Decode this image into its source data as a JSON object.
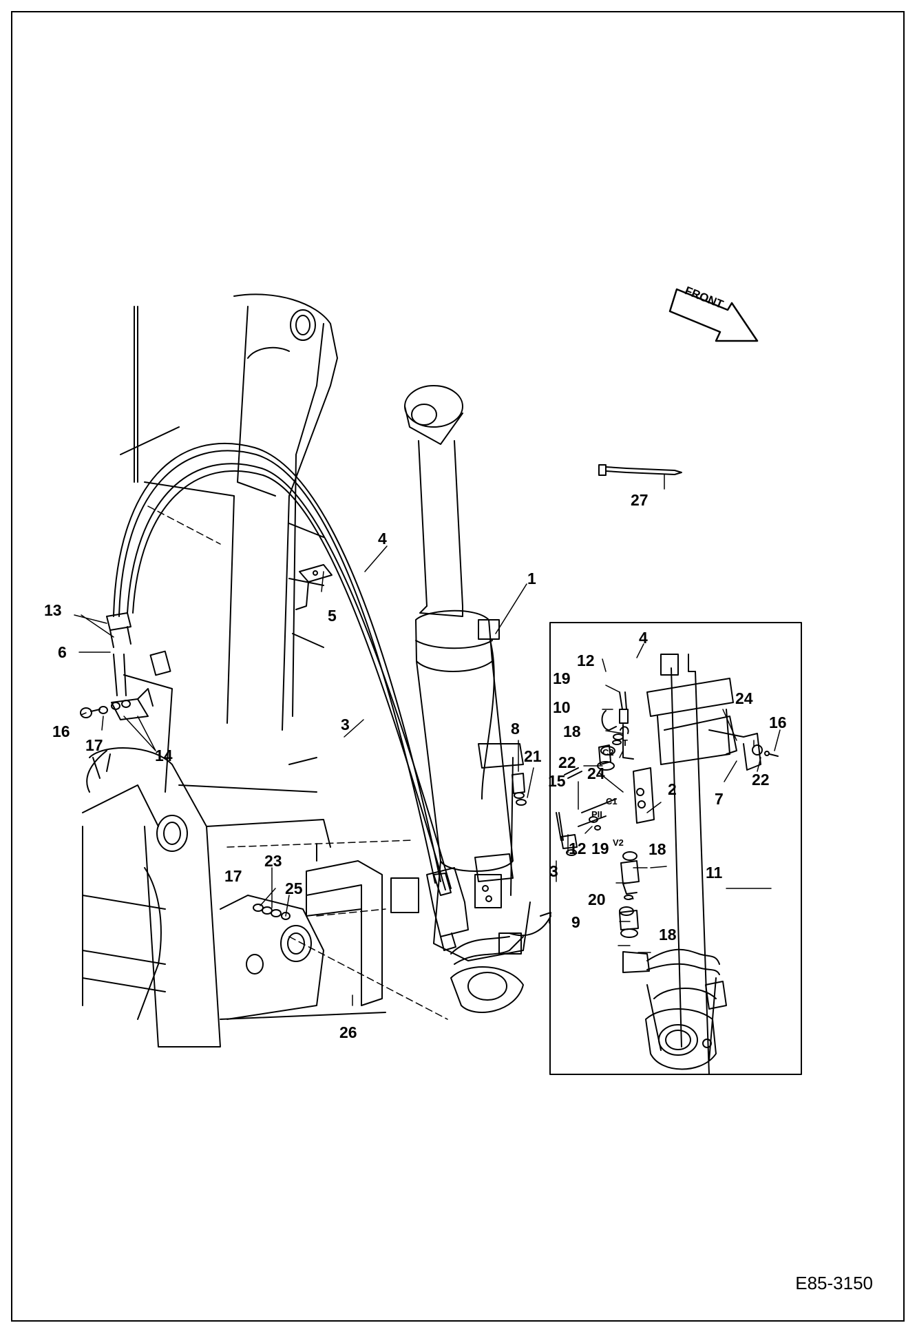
{
  "direction_label": "FRONT",
  "figure_id": "E85-3150",
  "callouts": {
    "c1": "1",
    "c2": "2",
    "c3": "3",
    "c3b": "3",
    "c4": "4",
    "c4b": "4",
    "c5": "5",
    "c6": "6",
    "c7": "7",
    "c8": "8",
    "c9": "9",
    "c10": "10",
    "c11": "11",
    "c12": "12",
    "c12b": "12",
    "c13": "13",
    "c14": "14",
    "c15": "15",
    "c16": "16",
    "c16b": "16",
    "c17": "17",
    "c17b": "17",
    "c18": "18",
    "c18b": "18",
    "c18c": "18",
    "c19": "19",
    "c19b": "19",
    "c20": "20",
    "c21": "21",
    "c22": "22",
    "c22b": "22",
    "c23": "23",
    "c24": "24",
    "c24b": "24",
    "c25": "25",
    "c26": "26",
    "c27": "27"
  },
  "port_labels": {
    "t": "T",
    "c2": "C2",
    "c1": "C1",
    "pii": "PII",
    "v2": "V2"
  }
}
